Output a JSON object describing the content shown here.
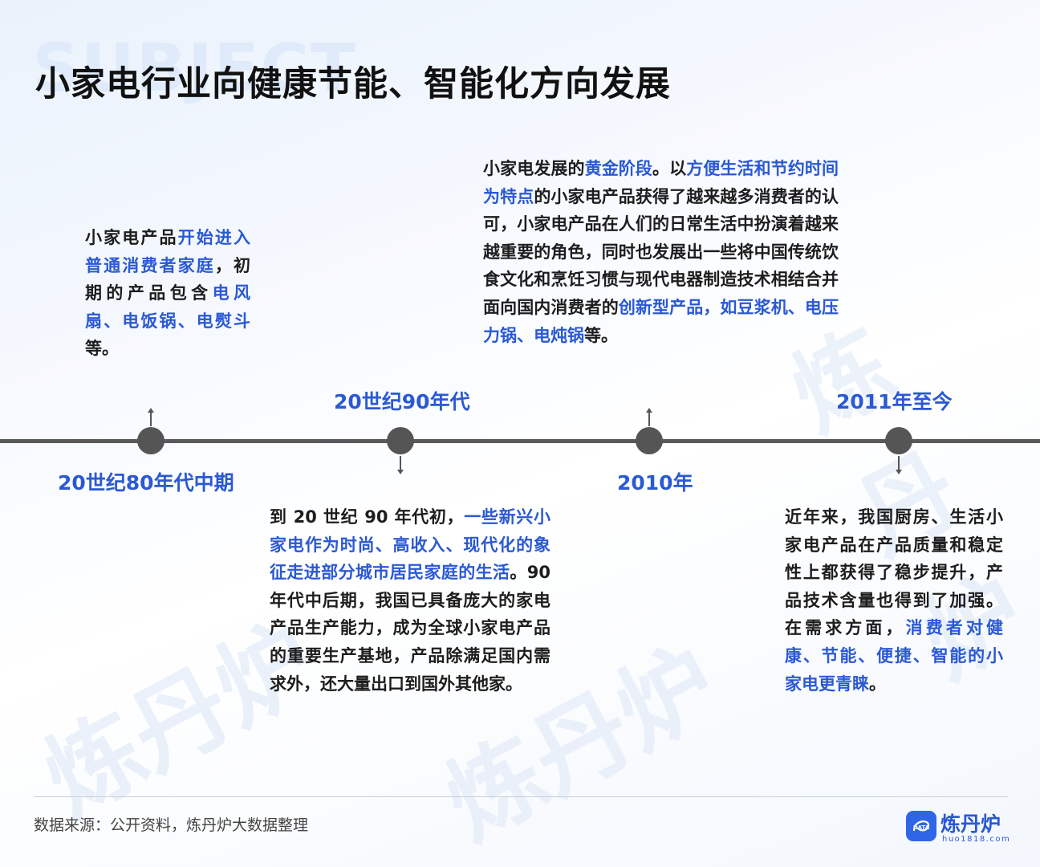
{
  "background_word": "SUBJECT",
  "title": "小家电行业向健康节能、智能化方向发展",
  "watermark_text": "炼丹炉",
  "timeline": [
    {
      "label": "20世纪80年代中期",
      "segments": [
        {
          "text": "小家电产品",
          "hl": false
        },
        {
          "text": "开始进入普通消费者家庭",
          "hl": true
        },
        {
          "text": "，初期的产品包含",
          "hl": false
        },
        {
          "text": "电风扇、电饭锅、电熨斗",
          "hl": true
        },
        {
          "text": "等。",
          "hl": false
        }
      ]
    },
    {
      "label": "20世纪90年代",
      "segments": [
        {
          "text": "到 20 世纪 90 年代初，",
          "hl": false
        },
        {
          "text": "一些新兴小家电作为时尚、高收入、现代化的象征走进部分城市居民家庭的生活",
          "hl": true
        },
        {
          "text": "。90 年代中后期，我国已具备庞大的家电产品生产能力，成为全球小家电产品的重要生产基地，产品除满足国内需求外，还大量出口到国外其他家。",
          "hl": false
        }
      ]
    },
    {
      "label": "2010年",
      "segments": [
        {
          "text": "小家电发展的",
          "hl": false
        },
        {
          "text": "黄金阶段",
          "hl": true
        },
        {
          "text": "。以",
          "hl": false
        },
        {
          "text": "方便生活和节约时间为特点",
          "hl": true
        },
        {
          "text": "的小家电产品获得了越来越多消费者的认可，小家电产品在人们的日常生活中扮演着越来越重要的角色，同时也发展出一些将中国传统饮食文化和烹饪习惯与现代电器制造技术相结合并面向国内消费者的",
          "hl": false
        },
        {
          "text": "创新型产品，如豆浆机、电压力锅、电炖锅",
          "hl": true
        },
        {
          "text": "等。",
          "hl": false
        }
      ]
    },
    {
      "label": "2011年至今",
      "segments": [
        {
          "text": "近年来，我国厨房、生活小家电产品在产品质量和稳定性上都获得了稳步提升，产品技术含量也得到了加强。在需求方面，",
          "hl": false
        },
        {
          "text": "消费者对健康、节能、便捷、智能的小家电更青睐",
          "hl": true
        },
        {
          "text": "。",
          "hl": false
        }
      ]
    }
  ],
  "source": "数据来源：公开资料，炼丹炉大数据整理",
  "brand": {
    "name": "炼丹炉",
    "url": "huo1818.com",
    "badge_text": "DATA"
  },
  "colors": {
    "accent": "#2b59d4",
    "line": "#555555"
  }
}
